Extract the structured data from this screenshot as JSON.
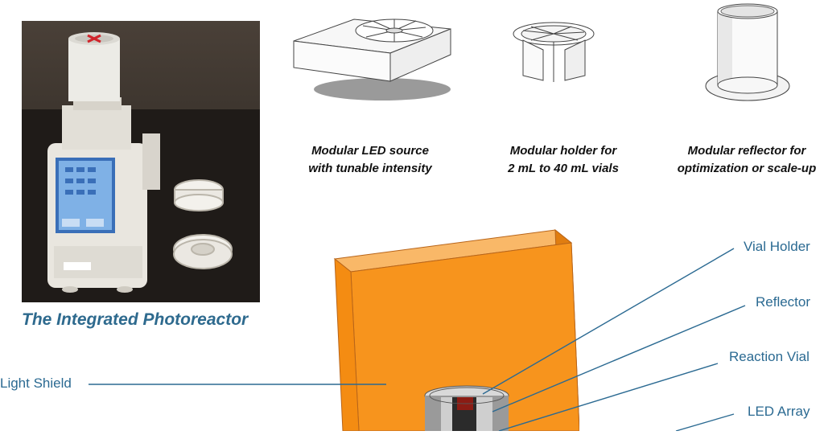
{
  "photo_title": "The Integrated Photoreactor",
  "modules": [
    {
      "caption_line1": "Modular LED source",
      "caption_line2": "with tunable intensity"
    },
    {
      "caption_line1": "Modular holder for",
      "caption_line2": "2 mL to 40 mL vials"
    },
    {
      "caption_line1": "Modular reflector for",
      "caption_line2": "optimization or scale-up"
    }
  ],
  "callouts": {
    "vial_holder": "Vial Holder",
    "reflector": "Reflector",
    "reaction_vial": "Reaction Vial",
    "led_array": "LED Array",
    "light_shield": "Light Shield"
  },
  "colors": {
    "shield_orange": "#f7941d",
    "callout_blue": "#2b6a92",
    "title_blue": "#2e6a8e"
  }
}
